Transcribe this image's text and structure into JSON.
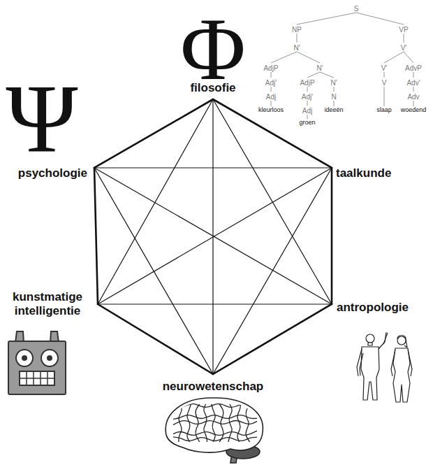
{
  "diagram": {
    "nodes": [
      {
        "text": [
          "filosofie"
        ]
      },
      {
        "text": [
          "psychologie"
        ]
      },
      {
        "text": [
          "taalkunde"
        ]
      },
      {
        "text": [
          "kunstmatige intelligentie"
        ]
      },
      {
        "text": [
          "antropologie"
        ]
      },
      {
        "text": [
          "neurowetenschap"
        ]
      }
    ],
    "edges": [
      {
        "from": 0,
        "to": 1,
        "arrow": "none"
      },
      {
        "from": 0,
        "to": 2,
        "arrow": "none"
      },
      {
        "from": 0,
        "to": 3,
        "arrow": "none"
      },
      {
        "from": 0,
        "to": 4,
        "arrow": "none"
      },
      {
        "from": 0,
        "to": 5,
        "arrow": "none"
      },
      {
        "from": 1,
        "to": 2,
        "arrow": "none"
      },
      {
        "from": 1,
        "to": 3,
        "arrow": "none"
      },
      {
        "from": 1,
        "to": 4,
        "arrow": "none"
      },
      {
        "from": 1,
        "to": 5,
        "arrow": "none"
      },
      {
        "from": 2,
        "to": 3,
        "arrow": "none"
      },
      {
        "from": 2,
        "to": 4,
        "arrow": "none"
      },
      {
        "from": 2,
        "to": 5,
        "arrow": "none"
      },
      {
        "from": 3,
        "to": 4,
        "arrow": "none"
      },
      {
        "from": 3,
        "to": 5,
        "arrow": "none"
      },
      {
        "from": 4,
        "to": 5,
        "arrow": "none"
      }
    ],
    "labels": [
      "Φ",
      "Ψ",
      "S",
      "NP",
      "N'",
      "AdjP",
      "Adj'",
      "Adj",
      "kleurloos",
      "N'",
      "AdjP",
      "Adj'",
      "Adj",
      "groen",
      "N'",
      "N",
      "ideeën",
      "VP",
      "V'",
      "V'",
      "V",
      "slaap",
      "AdvP",
      "Adv'",
      "Adv",
      "woedend"
    ]
  }
}
